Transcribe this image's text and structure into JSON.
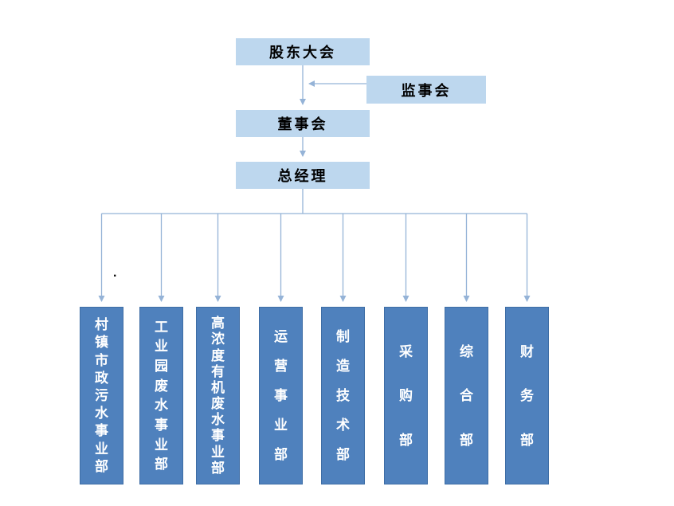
{
  "top_boxes": {
    "shareholders": "股东大会",
    "supervisory": "监事会",
    "board": "董事会",
    "gm": "总经理"
  },
  "departments": [
    "村镇市政污水事业部",
    "工业园废水事业部",
    "高浓度有机废水事业部",
    "运营事业部",
    "制造技术部",
    "采购部",
    "综合部",
    "财务部"
  ],
  "colors": {
    "light_box": "#bdd7ee",
    "dark_box": "#4f81bd",
    "line": "#95b3d7",
    "dept_text": "#ffffff"
  },
  "stray_mark": "."
}
